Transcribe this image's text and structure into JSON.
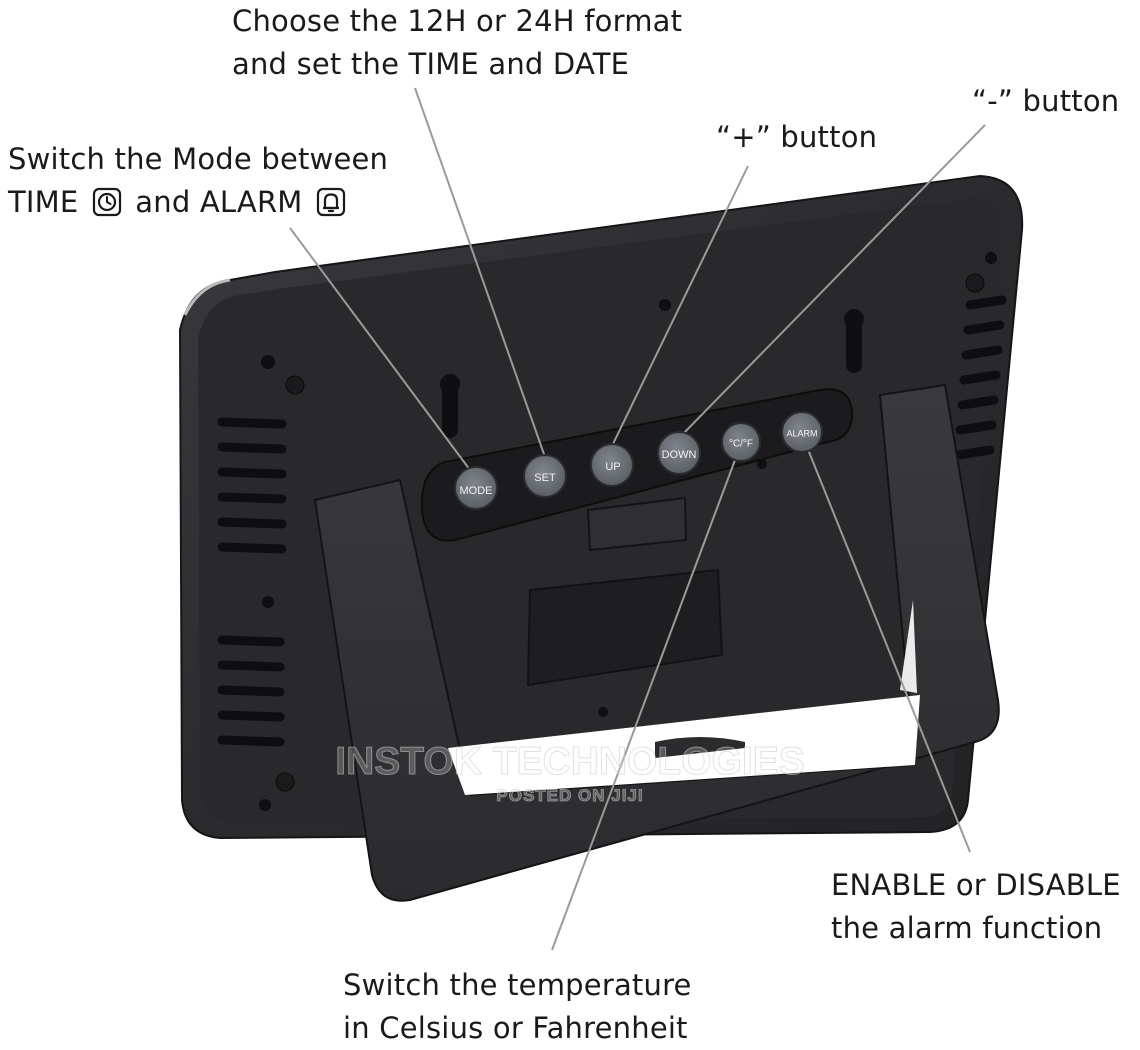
{
  "annotations": {
    "time_format": [
      "Choose the 12H or 24H format",
      "and set the TIME and DATE"
    ],
    "mode_line1": "Switch the Mode between",
    "mode_time": "TIME",
    "mode_and_alarm": "and ALARM",
    "plus_button": "“+” button",
    "minus_button": "“-” button",
    "alarm_function": [
      "ENABLE or DISABLE",
      "the alarm function"
    ],
    "temperature": [
      "Switch the temperature",
      "in Celsius or Fahrenheit"
    ]
  },
  "buttons": {
    "mode": "MODE",
    "set": "SET",
    "up": "UP",
    "down": "DOWN",
    "temp": "°C/°F",
    "alarm": "ALARM"
  },
  "watermark": {
    "main": "INSTOK TECHNOLOGIES",
    "sub": "POSTED ON JIJI"
  },
  "icons": {
    "clock": "clock-icon",
    "bell": "bell-icon"
  },
  "colors": {
    "device_body": "#2a2a2d",
    "device_edge": "#3a3a3e",
    "button": "#6b7177",
    "leader_line": "#9a9a9a",
    "text": "#1a1a1a"
  }
}
